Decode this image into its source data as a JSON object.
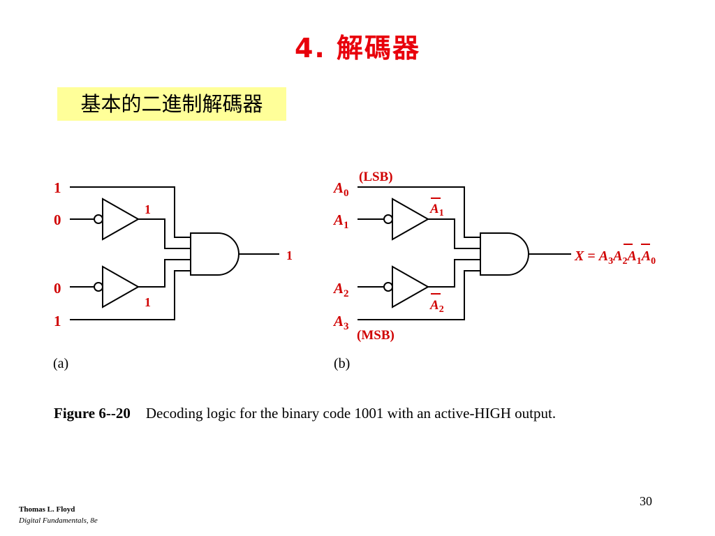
{
  "slide": {
    "title": "4.  解碼器",
    "subtitle": "基本的二進制解碼器",
    "page_number": "30",
    "footer": {
      "author": "Thomas L. Floyd",
      "book": "Digital Fundamentals, 8e"
    }
  },
  "figure": {
    "caption_number": "Figure 6--20",
    "caption_text": "Decoding logic for the binary code 1001 with an active-HIGH output.",
    "panel_a": {
      "label": "(a)",
      "inputs": [
        "1",
        "0",
        "0",
        "1"
      ],
      "inverter_outputs": [
        "1",
        "1"
      ],
      "output": "1"
    },
    "panel_b": {
      "label": "(b)",
      "inputs": [
        {
          "var": "A",
          "sub": "0"
        },
        {
          "var": "A",
          "sub": "1"
        },
        {
          "var": "A",
          "sub": "2"
        },
        {
          "var": "A",
          "sub": "3"
        }
      ],
      "lsb_label": "(LSB)",
      "msb_label": "(MSB)",
      "inverter_outputs": [
        {
          "var": "A",
          "sub": "1"
        },
        {
          "var": "A",
          "sub": "2"
        }
      ],
      "output_expression": "X = A3A2A1A0"
    }
  },
  "colors": {
    "title": "#e8000b",
    "labels": "#d00000",
    "subtitle_bg": "#ffff99",
    "lines": "#000000"
  }
}
